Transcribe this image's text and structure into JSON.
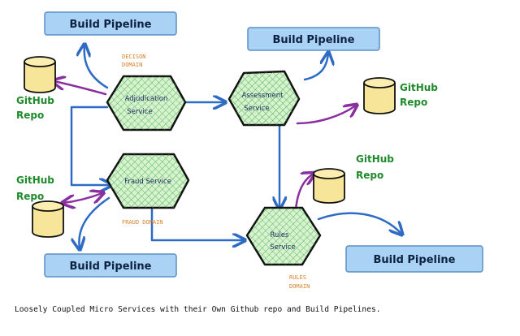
{
  "pipelines": {
    "top_left": "Build Pipeline",
    "top_right": "Build Pipeline",
    "bottom_left": "Build Pipeline",
    "bottom_right": "Build Pipeline"
  },
  "repos": {
    "top_left": [
      "GitHub",
      "Repo"
    ],
    "mid_left": [
      "GitHub",
      "Repo"
    ],
    "right": [
      "GitHub",
      "Repo"
    ],
    "mid_right": [
      "GitHub",
      "Repo"
    ]
  },
  "domains": {
    "decision": [
      "DECISON",
      "DOMAIN"
    ],
    "fraud": "FRAUD DOMAIN",
    "rules": [
      "RULES",
      "DOMAIN"
    ]
  },
  "services": {
    "adjudication": [
      "Adjudication",
      "Service"
    ],
    "assessment": [
      "Assessment",
      "Service"
    ],
    "fraud": "Fraud Service",
    "rules": [
      "Rules",
      "Service"
    ]
  },
  "caption": "Loosely Coupled Micro Services with their Own Github repo and Build Pipelines.",
  "colors": {
    "pipeline_fill": "#a9d2f5",
    "pipeline_stroke": "#5b8fc7",
    "service_fill": "#c7edc0",
    "repo_fill": "#f7e69a",
    "arrow_blue": "#2d6bc4",
    "arrow_purple": "#8a2fa0",
    "repo_text": "#1f8a2c",
    "domain_text": "#d9822b"
  }
}
